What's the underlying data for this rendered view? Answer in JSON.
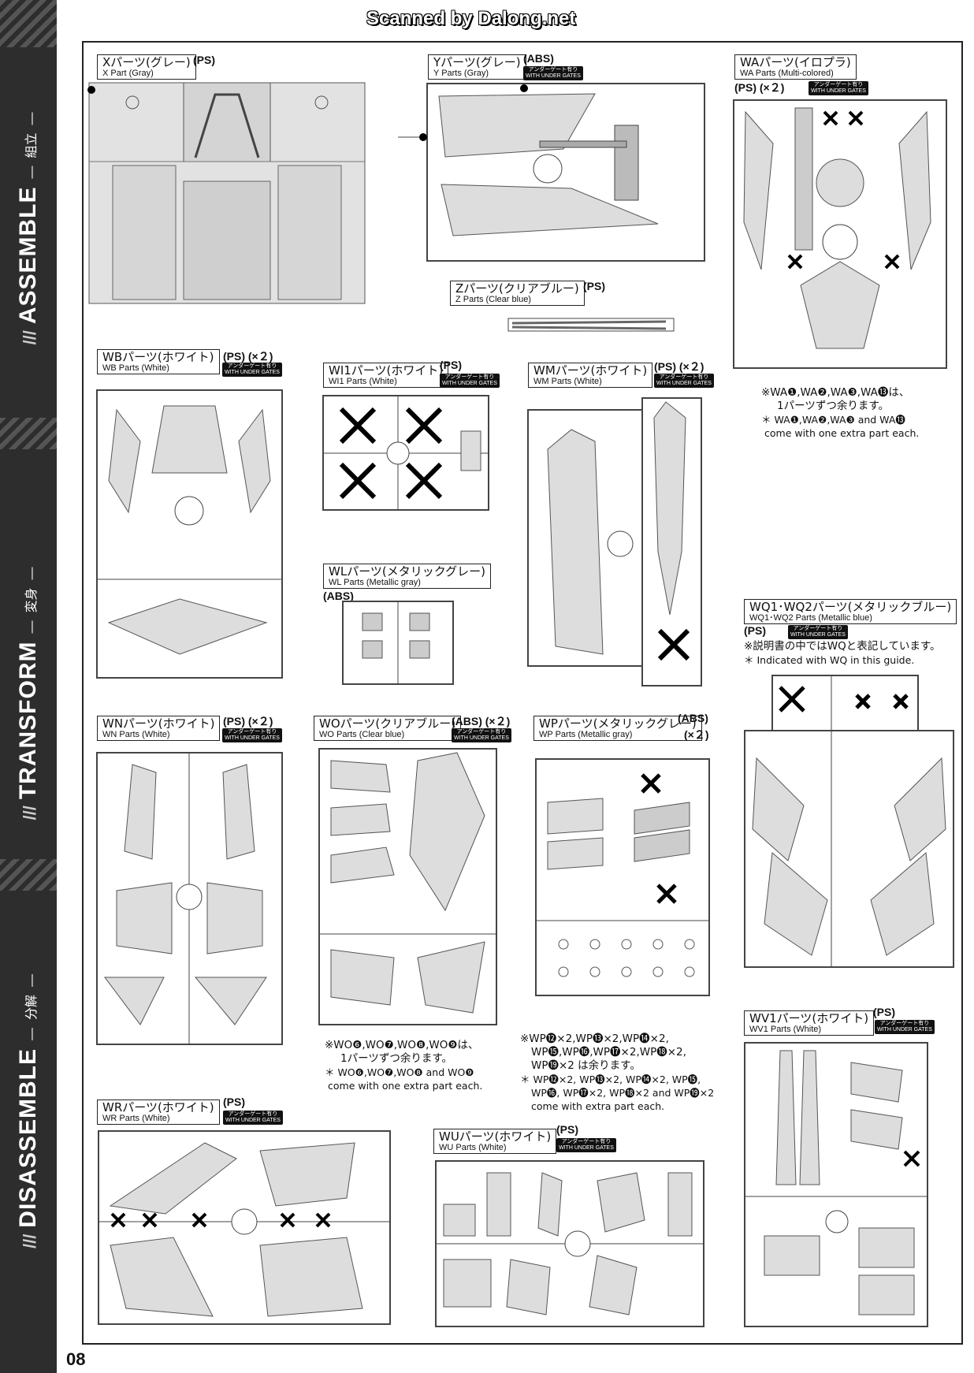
{
  "scan_credit": "Scanned by Dalong.net",
  "page_number": "08",
  "sidebar": {
    "sections": [
      {
        "en": "ASSEMBLE",
        "jp": "組立"
      },
      {
        "en": "TRANSFORM",
        "jp": "変身"
      },
      {
        "en": "DISASSEMBLE",
        "jp": "分解"
      }
    ]
  },
  "gate_tag": {
    "jp": "アンダーゲート有り",
    "en": "WITH UNDER GATES"
  },
  "parts": {
    "x": {
      "jp": "Xパーツ(グレー)",
      "en": "X Part (Gray)",
      "material": "(PS)"
    },
    "y": {
      "jp": "Yパーツ(グレー)",
      "en": "Y Parts (Gray)",
      "material": "(ABS)"
    },
    "wa": {
      "jp": "WAパーツ(イロプラ)",
      "en": "WA Parts (Multi-colored)",
      "material": "(PS) (×２)"
    },
    "z": {
      "jp": "Zパーツ(クリアブルー)",
      "en": "Z Parts (Clear blue)",
      "material": "(PS)"
    },
    "wb": {
      "jp": "WBパーツ(ホワイト)",
      "en": "WB Parts (White)",
      "material": "(PS) (×２)"
    },
    "wi1": {
      "jp": "WI1パーツ(ホワイト)",
      "en": "WI1 Parts (White)",
      "material": "(PS)"
    },
    "wm": {
      "jp": "WMパーツ(ホワイト)",
      "en": "WM Parts (White)",
      "material": "(PS) (×２)"
    },
    "wl": {
      "jp": "WLパーツ(メタリックグレー)",
      "en": "WL Parts (Metallic gray)",
      "material": "(ABS)"
    },
    "wq": {
      "jp": "WQ1･WQ2パーツ(メタリックブルー)",
      "en": "WQ1･WQ2 Parts (Metallic blue)",
      "material": "(PS)"
    },
    "wn": {
      "jp": "WNパーツ(ホワイト)",
      "en": "WN Parts (White)",
      "material": "(PS) (×２)"
    },
    "wo": {
      "jp": "WOパーツ(クリアブルー)",
      "en": "WO Parts (Clear blue)",
      "material": "(ABS) (×２)"
    },
    "wp": {
      "jp": "WPパーツ(メタリックグレー)",
      "en": "WP Parts (Metallic gray)",
      "material": "(ABS)",
      "material2": "(×２)"
    },
    "wv1": {
      "jp": "WV1パーツ(ホワイト)",
      "en": "WV1 Parts (White)",
      "material": "(PS)"
    },
    "wr": {
      "jp": "WRパーツ(ホワイト)",
      "en": "WR Parts (White)",
      "material": "(PS)"
    },
    "wu": {
      "jp": "WUパーツ(ホワイト)",
      "en": "WU Parts (White)",
      "material": "(PS)"
    }
  },
  "notes": {
    "wa": {
      "jp1": "※WA❶,WA❷,WA❸,WA⓭は、",
      "jp2": "1パーツずつ余ります。",
      "en1": "＊ WA❶,WA❷,WA❸ and WA⓭",
      "en2": "come with one extra part each."
    },
    "wq": {
      "jp": "※説明書の中ではWQと表記しています。",
      "en": "＊ Indicated with WQ in this guide."
    },
    "wo": {
      "jp1": "※WO❻,WO❼,WO❽,WO❾は、",
      "jp2": "1パーツずつ余ります。",
      "en1": "＊ WO❻,WO❼,WO❽ and WO❾",
      "en2": "come with one extra part each."
    },
    "wp": {
      "jp1": "※WP⓬×2,WP⓭×2,WP⓮×2,",
      "jp2": "WP⓯,WP⓰,WP⓱×2,WP⓲×2,",
      "jp3": "WP⓳×2 は余ります。",
      "en1": "＊ WP⓬×2, WP⓭×2, WP⓮×2, WP⓯,",
      "en2": "WP⓰, WP⓱×2, WP⓲×2 and WP⓳×2",
      "en3": "come with extra part each."
    }
  }
}
